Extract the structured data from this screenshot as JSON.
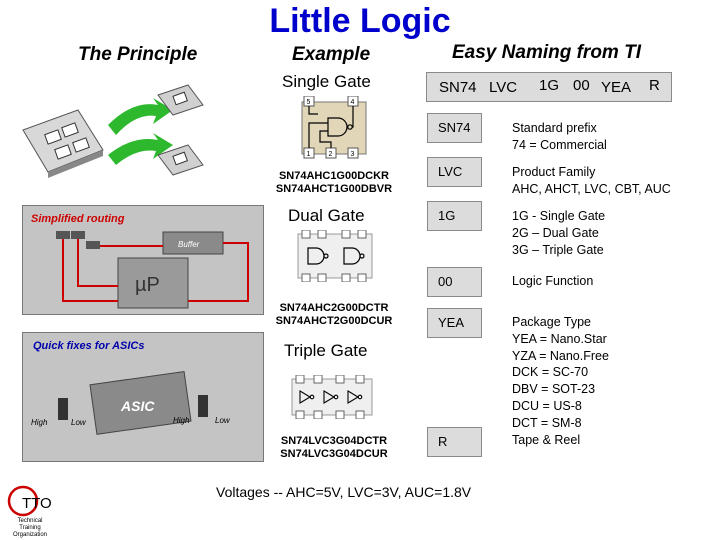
{
  "title": "Little Logic",
  "headers": {
    "principle": "The Principle",
    "example": "Example",
    "naming": "Easy Naming from TI"
  },
  "examples": {
    "single": {
      "title": "Single Gate",
      "pins_top": [
        "5",
        "4"
      ],
      "pins_bottom": [
        "1",
        "2",
        "3"
      ],
      "parts": [
        "SN74AHC1G00DCKR",
        "SN74AHCT1G00DBVR"
      ]
    },
    "dual": {
      "title": "Dual Gate",
      "parts": [
        "SN74AHC2G00DCTR",
        "SN74AHCT2G00DCUR"
      ]
    },
    "triple": {
      "title": "Triple Gate",
      "parts": [
        "SN74LVC3G04DCTR",
        "SN74LVC3G04DCUR"
      ]
    }
  },
  "images": {
    "routing_label": "Simplified routing",
    "routing_chip": "µP",
    "routing_buffer": "Buffer",
    "asic_label": "Quick fixes for ASICs",
    "asic_chip": "ASIC",
    "asic_signals": [
      "High",
      "Low",
      "High",
      "Low"
    ]
  },
  "code": {
    "segments": [
      "SN74",
      "LVC",
      "1G",
      "00",
      "YEA",
      "R"
    ]
  },
  "fields": [
    {
      "code": "SN74",
      "lines": [
        "Standard prefix",
        "74 = Commercial"
      ]
    },
    {
      "code": "LVC",
      "lines": [
        "Product Family",
        "AHC, AHCT, LVC, CBT, AUC"
      ]
    },
    {
      "code": "1G",
      "lines": [
        "1G - Single Gate",
        "2G – Dual Gate",
        "3G – Triple Gate"
      ]
    },
    {
      "code": "00",
      "lines": [
        "Logic Function"
      ]
    },
    {
      "code": "YEA",
      "lines": [
        "Package Type",
        "YEA = Nano.Star",
        "YZA = Nano.Free",
        "DCK = SC-70",
        "DBV = SOT-23",
        "DCU = US-8",
        "DCT = SM-8",
        "Tape & Reel"
      ]
    },
    {
      "code": "R",
      "lines": []
    }
  ],
  "footer": "Voltages -- AHC=5V, LVC=3V, AUC=1.8V",
  "logo": {
    "text": "TTO",
    "sub": [
      "Technical",
      "Training",
      "Organization"
    ]
  },
  "colors": {
    "title": "#0000cc",
    "arrow_green": "#2db82d",
    "routing_red": "#cc0000",
    "box_fill": "#dcdcdc"
  }
}
